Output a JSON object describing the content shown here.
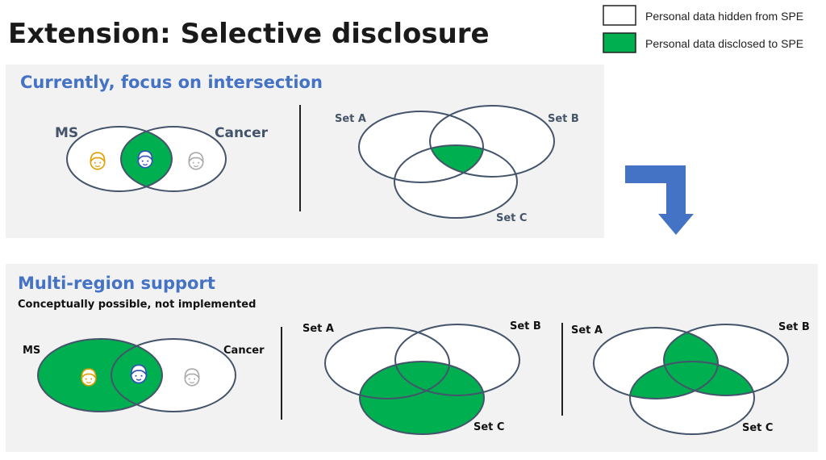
{
  "title": "Extension: Selective disclosure",
  "legend": [
    {
      "label": "Personal data hidden from SPE",
      "color": "#ffffff"
    },
    {
      "label": "Personal data disclosed to SPE",
      "color": "#00b050"
    }
  ],
  "colors": {
    "disclosed": "#00b050",
    "heading": "#4472c4",
    "outline": "#44546a",
    "panel": "#f2f2f2",
    "arrow": "#4472c4"
  },
  "current": {
    "heading": "Currently, focus on intersection",
    "two_set": {
      "left": "MS",
      "right": "Cancer"
    },
    "three_set": {
      "a": "Set A",
      "b": "Set B",
      "c": "Set C"
    }
  },
  "multi": {
    "heading": "Multi-region support",
    "subheading": "Conceptually possible, not implemented",
    "two_set": {
      "left": "MS",
      "right": "Cancer"
    },
    "three_set_1": {
      "a": "Set A",
      "b": "Set B",
      "c": "Set C"
    },
    "three_set_2": {
      "a": "Set A",
      "b": "Set B",
      "c": "Set C"
    }
  }
}
